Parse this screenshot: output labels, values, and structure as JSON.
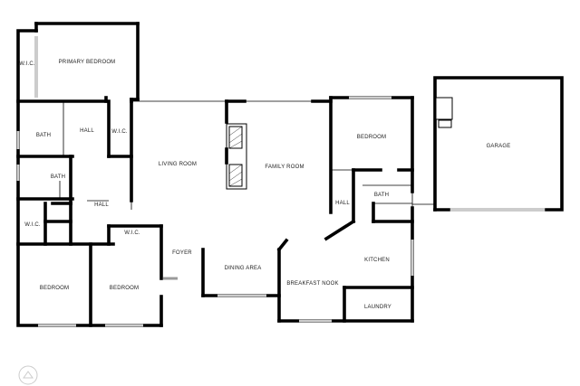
{
  "plan": {
    "rooms": {
      "primary_bedroom": "PRIMARY BEDROOM",
      "wic_primary": "W.I.C.",
      "bath_1": "BATH",
      "hall_1": "HALL",
      "wic_hall": "W.I.C.",
      "bath_2": "BATH",
      "hall_2": "HALL",
      "wic_left": "W.I.C.",
      "bedroom_left": "BEDROOM",
      "bedroom_mid": "BEDROOM",
      "wic_mid": "W.I.C.",
      "living_room": "LIVING ROOM",
      "family_room": "FAMILY ROOM",
      "foyer": "FOYER",
      "dining_area": "DINING AREA",
      "bedroom_right": "BEDROOM",
      "hall_3": "HALL",
      "bath_3": "BATH",
      "kitchen": "KITCHEN",
      "breakfast_nook": "BREAKFAST NOOK",
      "laundry": "LAUNDRY",
      "garage": "GARAGE"
    },
    "colors": {
      "wall": "#000000",
      "window": "#9a9a9a",
      "background": "#ffffff"
    }
  }
}
